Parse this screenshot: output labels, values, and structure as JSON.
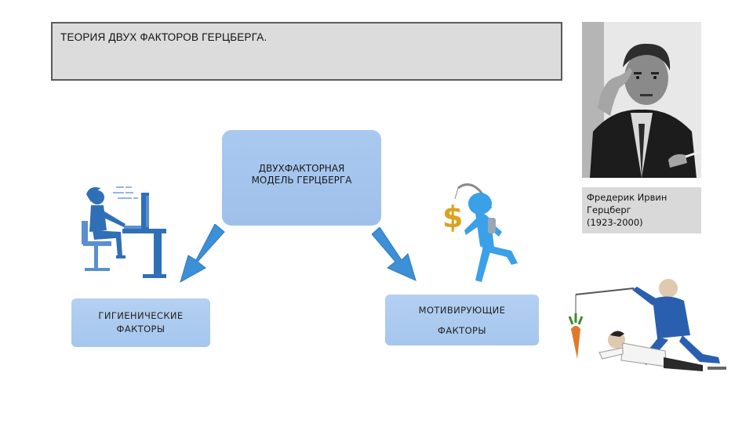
{
  "slide": {
    "title": "ТЕОРИЯ ДВУХ ФАКТОРОВ ГЕРЦБЕРГА.",
    "center_box": "ДВУХФАКТОРНАЯ\nМОДЕЛЬ ГЕРЦБЕРГА",
    "left_box": "ГИГИЕНИЧЕСКИЕ\nФАКТОРЫ",
    "right_box": "МОТИВИРУЮЩИЕ\nФАКТОРЫ",
    "photo_caption": "Фредерик Ирвин\nГерцберг\n(1923-2000)"
  },
  "colors": {
    "box_fill": "#a9c9f0",
    "arrow": "#3d8fd6",
    "figure_blue": "#2f6fb8",
    "title_fill": "#dcdcdc"
  },
  "icons": {
    "left_figure": "office-worker-at-computer-icon",
    "right_figure": "running-figure-chasing-dollar-icon",
    "photo": "portrait-photo",
    "cartoon": "carrot-on-stick-cartoon"
  }
}
